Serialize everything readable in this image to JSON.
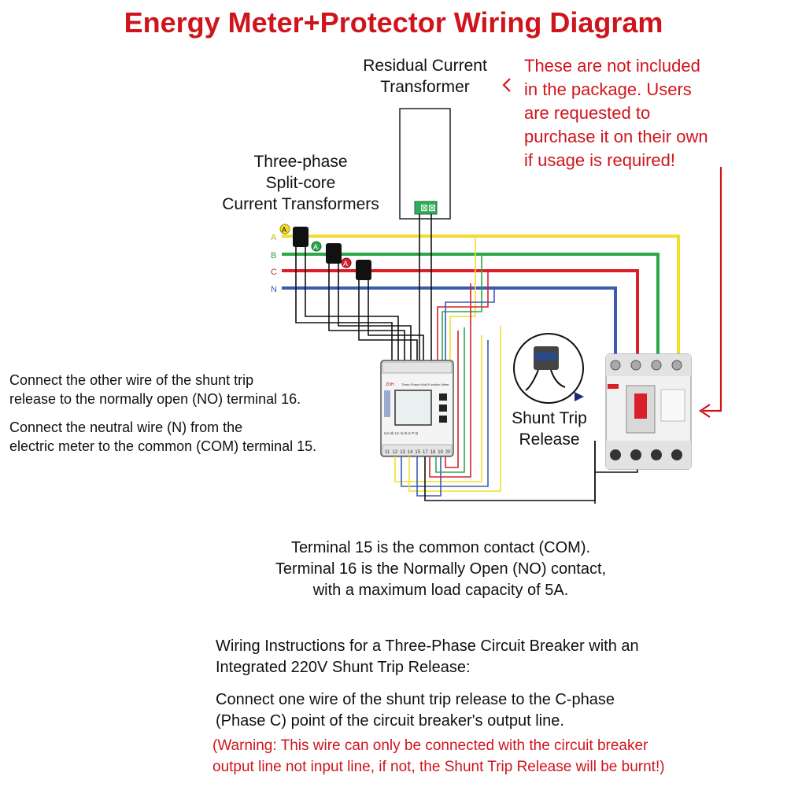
{
  "title": "Energy Meter+Protector Wiring Diagram",
  "labels": {
    "rct_line1": "Residual Current",
    "rct_line2": "Transformer",
    "ct_line1": "Three-phase",
    "ct_line2": "Split-core",
    "ct_line3": "Current Transformers",
    "shunt_line1": "Shunt Trip",
    "shunt_line2": "Release"
  },
  "phases": [
    "A",
    "B",
    "C",
    "N"
  ],
  "ct_badge": "A",
  "notice": [
    "These are not included",
    "in the package. Users",
    "are requested to",
    "purchase it on their own",
    "if usage is required!"
  ],
  "left_notes": [
    "Connect the other wire of the shunt trip",
    "release to the normally open (NO) terminal 16.",
    "Connect the neutral wire (N) from the",
    "electric meter to the common (COM) terminal 15."
  ],
  "terminal_notes": [
    "Terminal 15 is the common contact (COM).",
    "Terminal 16 is the Normally Open (NO) contact,",
    "with a maximum load capacity of 5A."
  ],
  "instructions": {
    "heading1": "Wiring Instructions for a Three-Phase Circuit Breaker with an",
    "heading2": "Integrated 220V Shunt Trip Release:",
    "step1": "Connect one wire of the shunt trip release to the C-phase",
    "step2": "(Phase C) point of the circuit breaker's output line.",
    "warning1": "(Warning: This wire can only be connected with the circuit breaker",
    "warning2": "output line not input line, if not, the  Shunt Trip Release will be burnt!)"
  },
  "meter_terminals": [
    "11",
    "12",
    "13",
    "14",
    "15",
    "17",
    "18",
    "19",
    "20"
  ],
  "colors": {
    "red": "#d0141c",
    "phase_a": "#f2dd2e",
    "phase_b": "#2aa84a",
    "phase_c": "#d8202a",
    "neutral": "#3a5bb0"
  }
}
